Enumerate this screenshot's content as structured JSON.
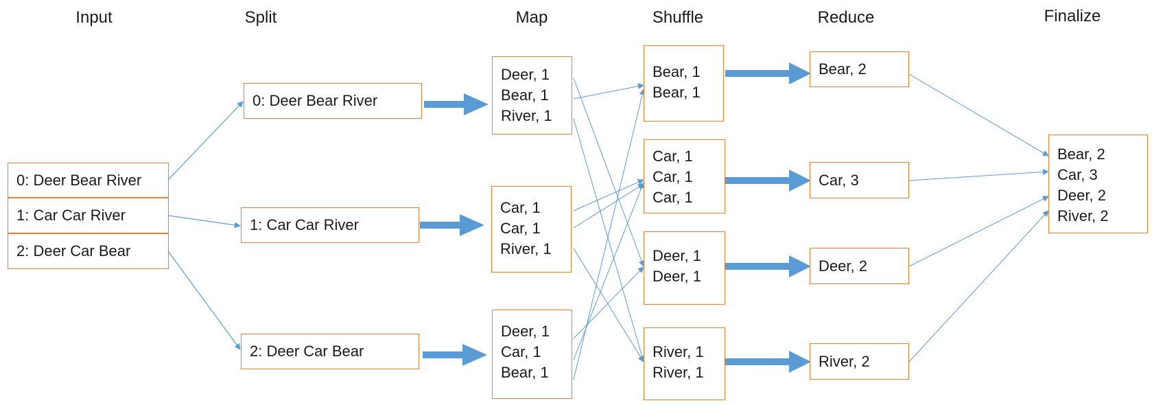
{
  "stages": {
    "input": "Input",
    "split": "Split",
    "map": "Map",
    "shuffle": "Shuffle",
    "reduce": "Reduce",
    "finalize": "Finalize"
  },
  "input_lines": [
    "0: Deer Bear River",
    "1: Car Car River",
    "2: Deer Car Bear"
  ],
  "split_blocks": [
    "0: Deer Bear River",
    "1: Car Car River",
    "2: Deer Car Bear"
  ],
  "map_blocks": [
    [
      "Deer, 1",
      "Bear, 1",
      "River, 1"
    ],
    [
      "Car, 1",
      "Car, 1",
      "River, 1"
    ],
    [
      "Deer, 1",
      "Car, 1",
      "Bear, 1"
    ]
  ],
  "shuffle_blocks": [
    [
      "Bear, 1",
      "Bear, 1"
    ],
    [
      "Car, 1",
      "Car, 1",
      "Car, 1"
    ],
    [
      "Deer, 1",
      "Deer, 1"
    ],
    [
      "River, 1",
      "River, 1"
    ]
  ],
  "reduce_blocks": [
    "Bear, 2",
    "Car, 3",
    "Deer, 2",
    "River, 2"
  ],
  "final_lines": [
    "Bear, 2",
    "Car, 3",
    "Deer, 2",
    "River, 2"
  ],
  "colors": {
    "box_border": "#ED7D31",
    "arrow": "#5B9BD5",
    "text": "#1a1a1a"
  }
}
